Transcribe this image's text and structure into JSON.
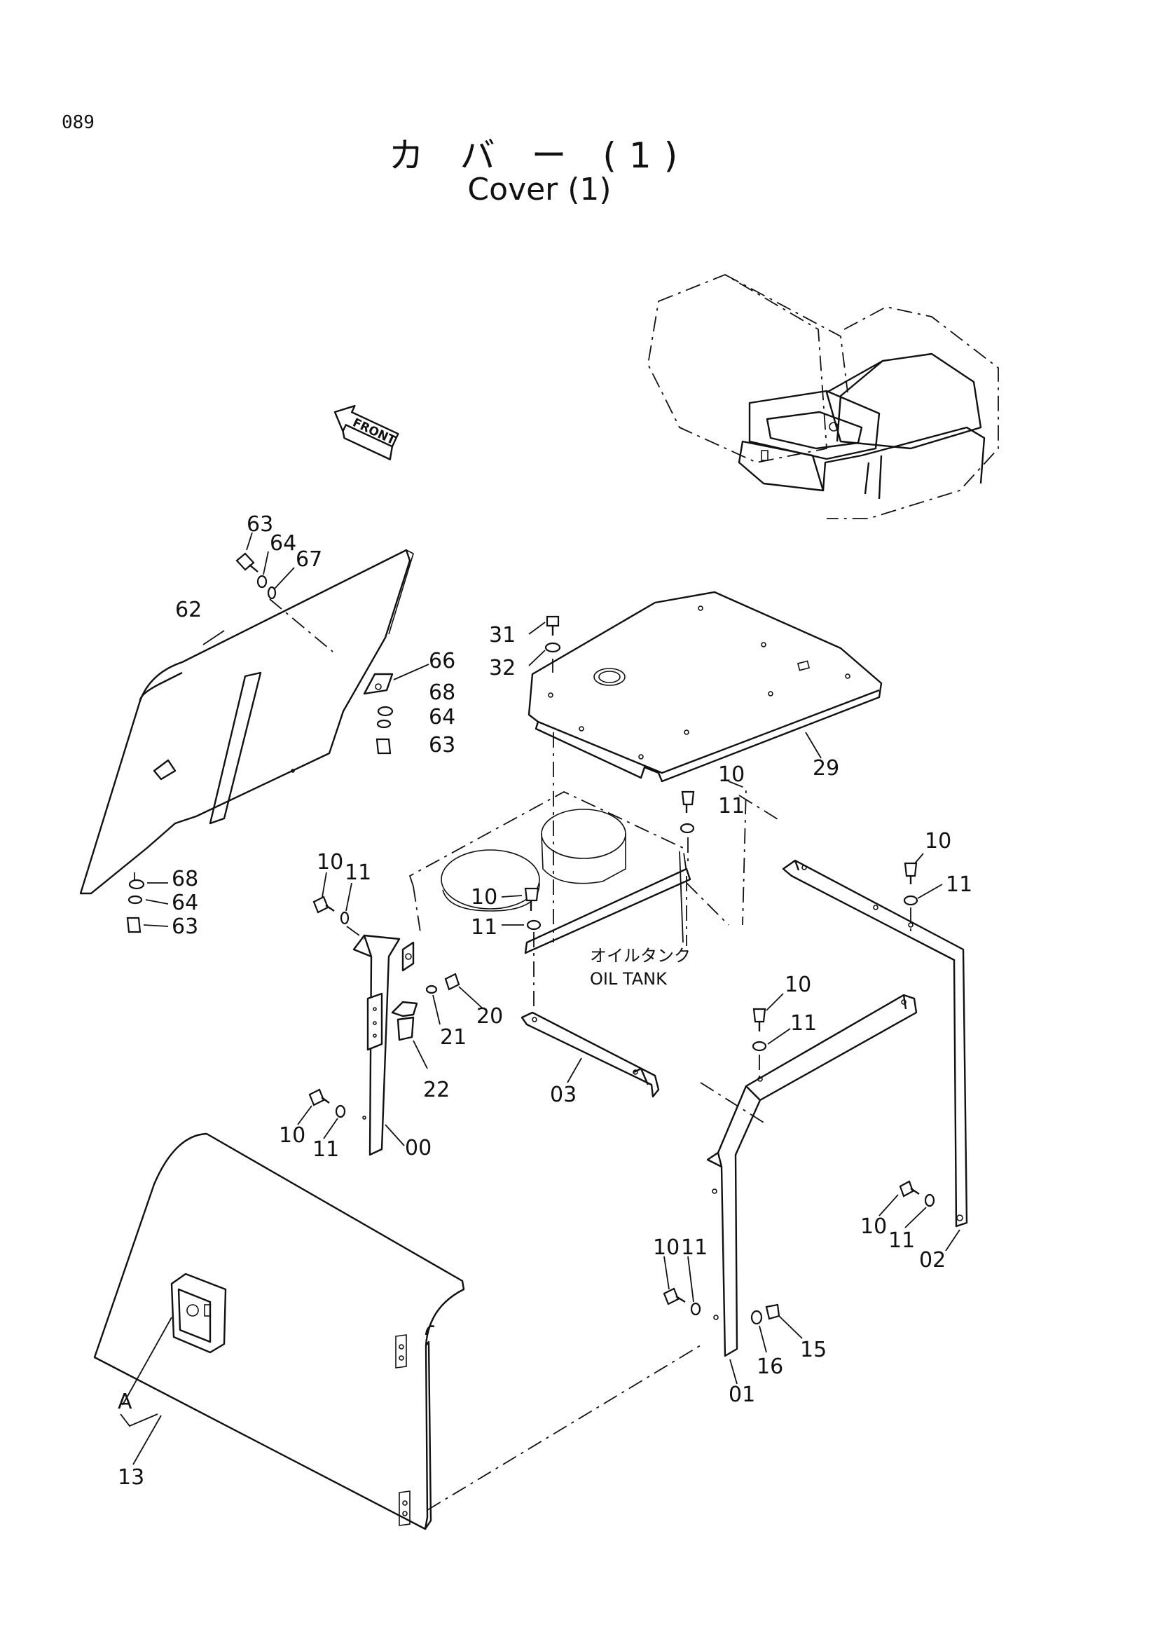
{
  "page_number": "089",
  "title_jp": "カ バ ー (1)",
  "title_en": "Cover (1)",
  "front_arrow": "FRONT",
  "oil_tank_jp": "オイルタンク",
  "oil_tank_en": "OIL TANK",
  "callouts": {
    "p63a": "63",
    "p64a": "64",
    "p67": "67",
    "p62": "62",
    "p66": "66",
    "p68a": "68",
    "p64b": "64",
    "p63b": "63",
    "p68c": "68",
    "p64c": "64",
    "p63c": "63",
    "p31": "31",
    "p32": "32",
    "p29": "29",
    "p10a": "10",
    "p11a": "11",
    "p10b": "10",
    "p11b": "11",
    "p10c": "10",
    "p11c": "11",
    "p10d": "10",
    "p11d": "11",
    "p20": "20",
    "p21": "21",
    "p22": "22",
    "p10e": "10",
    "p11e": "11",
    "p00": "00",
    "p03": "03",
    "p10f": "10",
    "p11f": "11",
    "p10g": "10",
    "p11g": "11",
    "p02": "02",
    "p10h": "10",
    "p11h": "11",
    "p16": "16",
    "p15": "15",
    "p01": "01",
    "pA": "A",
    "p13": "13"
  }
}
